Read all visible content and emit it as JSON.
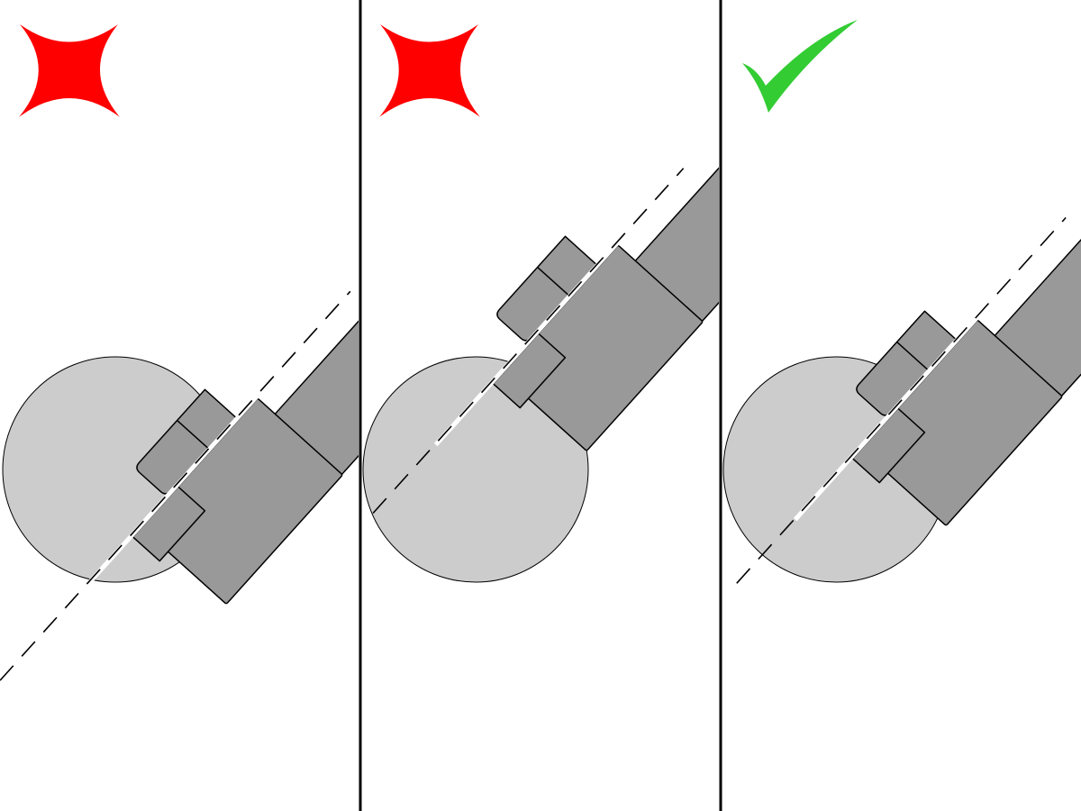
{
  "panels": [
    {
      "verdict": "incorrect",
      "icon": "red-x-icon"
    },
    {
      "verdict": "incorrect",
      "icon": "red-x-icon"
    },
    {
      "verdict": "correct",
      "icon": "green-check-icon"
    }
  ],
  "colors": {
    "incorrect": "#ff0000",
    "correct": "#33cc33",
    "circle_fill": "#cccccc",
    "part_fill": "#999999",
    "divider": "#000000"
  }
}
